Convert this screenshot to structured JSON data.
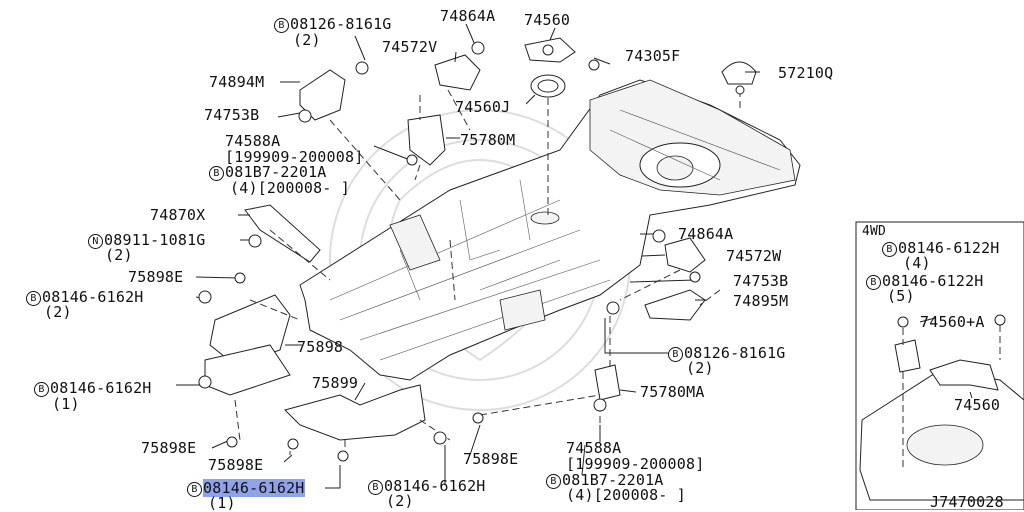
{
  "diagram": {
    "inset_title": "4WD",
    "figure_id": "J7470028",
    "labels": {
      "b_08126_8161g_top": {
        "code": "08126-8161G",
        "qty": "(2)"
      },
      "p74864a_top": "74864A",
      "p74560": "74560",
      "p74572v": "74572V",
      "p74305f": "74305F",
      "p74894m": "74894M",
      "p57210q": "57210Q",
      "p74753b_left": "74753B",
      "p74560j": "74560J",
      "p74588a_upper": "74588A",
      "p74588a_upper_date": "[199909-200008]",
      "p75780m": "75780M",
      "b_081b7_upper": {
        "code": "081B7-2201A",
        "qty": "(4)[200008-      ]"
      },
      "p74870x": "74870X",
      "n_08911": {
        "code": "08911-1081G",
        "qty": "(2)"
      },
      "p74864a_right": "74864A",
      "p74572w": "74572W",
      "p75898e_a": "75898E",
      "p74753b_right": "74753B",
      "b_08146_6162h_a": {
        "code": "08146-6162H",
        "qty": "(2)"
      },
      "p74895m": "74895M",
      "p75898": "75898",
      "b_08126_8161g_right": {
        "code": "08126-8161G",
        "qty": "(2)"
      },
      "b_08146_6162h_b": {
        "code": "08146-6162H",
        "qty": "(1)"
      },
      "p75899": "75899",
      "p75780ma": "75780MA",
      "p75898e_b": "75898E",
      "p75898e_c": "75898E",
      "p75898e_d": "75898E",
      "p74588a_lower": "74588A",
      "p74588a_lower_date": "[199909-200008]",
      "b_081b7_lower": {
        "code": "081B7-2201A",
        "qty": "(4)[200008-      ]"
      },
      "b_08146_6162h_c": {
        "code": "08146-6162H",
        "qty": "(1)"
      },
      "b_08146_6162h_d": {
        "code": "08146-6162H",
        "qty": "(2)"
      },
      "inset_b_6122h_a": {
        "code": "08146-6122H",
        "qty": "(4)"
      },
      "inset_b_6122h_b": {
        "code": "08146-6122H",
        "qty": "(5)"
      },
      "inset_74560a": "74560+A",
      "inset_74560": "74560"
    },
    "prefix_b": "B",
    "prefix_n": "N",
    "highlight_color": "#8fa3e8"
  }
}
